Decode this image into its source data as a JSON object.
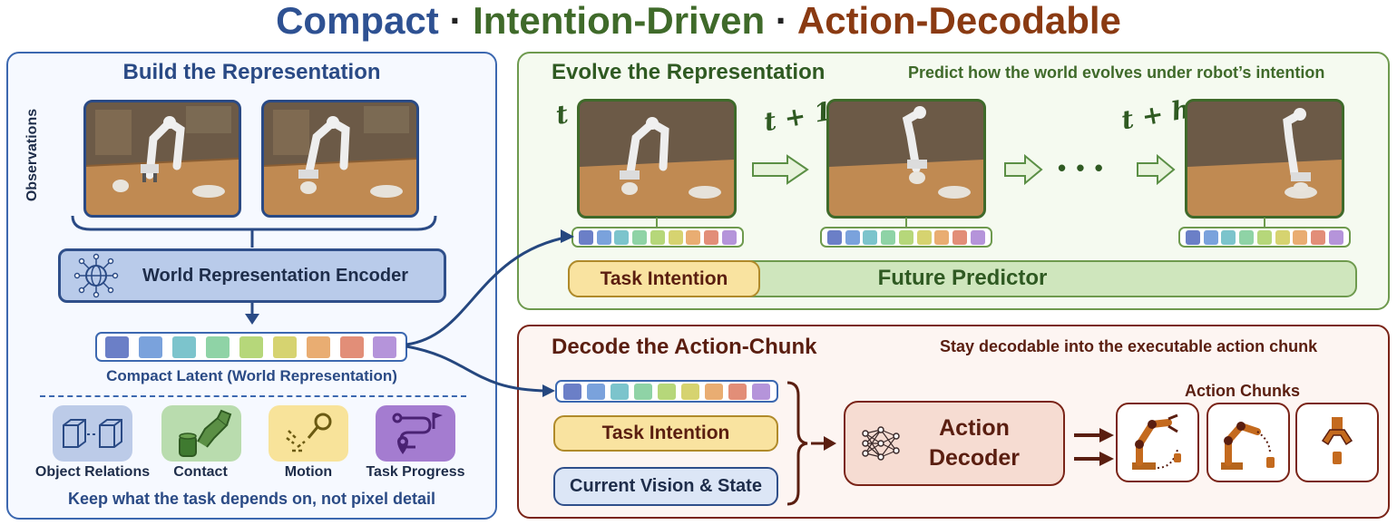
{
  "title": {
    "part1": "Compact",
    "sep1": " · ",
    "part2": "Intention-Driven",
    "sep2": " · ",
    "part3": "Action-Decodable"
  },
  "colors": {
    "compact": "#2e5192",
    "intention": "#3f6a2a",
    "action": "#8a3a12",
    "latent_cells": [
      "#6b7fc7",
      "#7aa2dc",
      "#7cc4cc",
      "#8fd3a6",
      "#b6d77a",
      "#d6d370",
      "#e9ad72",
      "#e28e78",
      "#b594da"
    ]
  },
  "build": {
    "title": "Build the Representation",
    "observations_label": "Observations",
    "encoder_label": "World Representation Encoder",
    "latent_caption": "Compact Latent (World Representation)",
    "factors": [
      {
        "label": "Object Relations",
        "icon": "object-relations-icon"
      },
      {
        "label": "Contact",
        "icon": "contact-icon"
      },
      {
        "label": "Motion",
        "icon": "motion-icon"
      },
      {
        "label": "Task Progress",
        "icon": "task-progress-icon"
      }
    ],
    "footer": "Keep what the task depends on, not pixel detail"
  },
  "evolve": {
    "title": "Evolve the Representation",
    "subtitle": "Predict how the world evolves under robot’s intention",
    "time_labels": [
      "t",
      "t + 1",
      "t + h"
    ],
    "ellipsis": "• • •",
    "task_intention": "Task Intention",
    "future_predictor": "Future Predictor"
  },
  "decode": {
    "title": "Decode the Action-Chunk",
    "subtitle": "Stay decodable into the executable action chunk",
    "task_intention": "Task Intention",
    "current_vision_state": "Current Vision & State",
    "decoder_line1": "Action",
    "decoder_line2": "Decoder",
    "action_chunks": "Action Chunks"
  }
}
